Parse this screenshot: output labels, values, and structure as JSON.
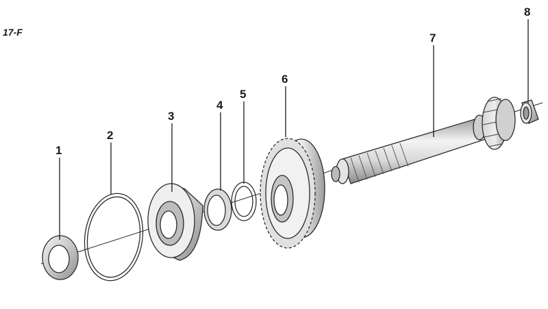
{
  "figure": {
    "tag": "17-F",
    "callouts": [
      "1",
      "2",
      "3",
      "4",
      "5",
      "6",
      "7",
      "8"
    ]
  }
}
